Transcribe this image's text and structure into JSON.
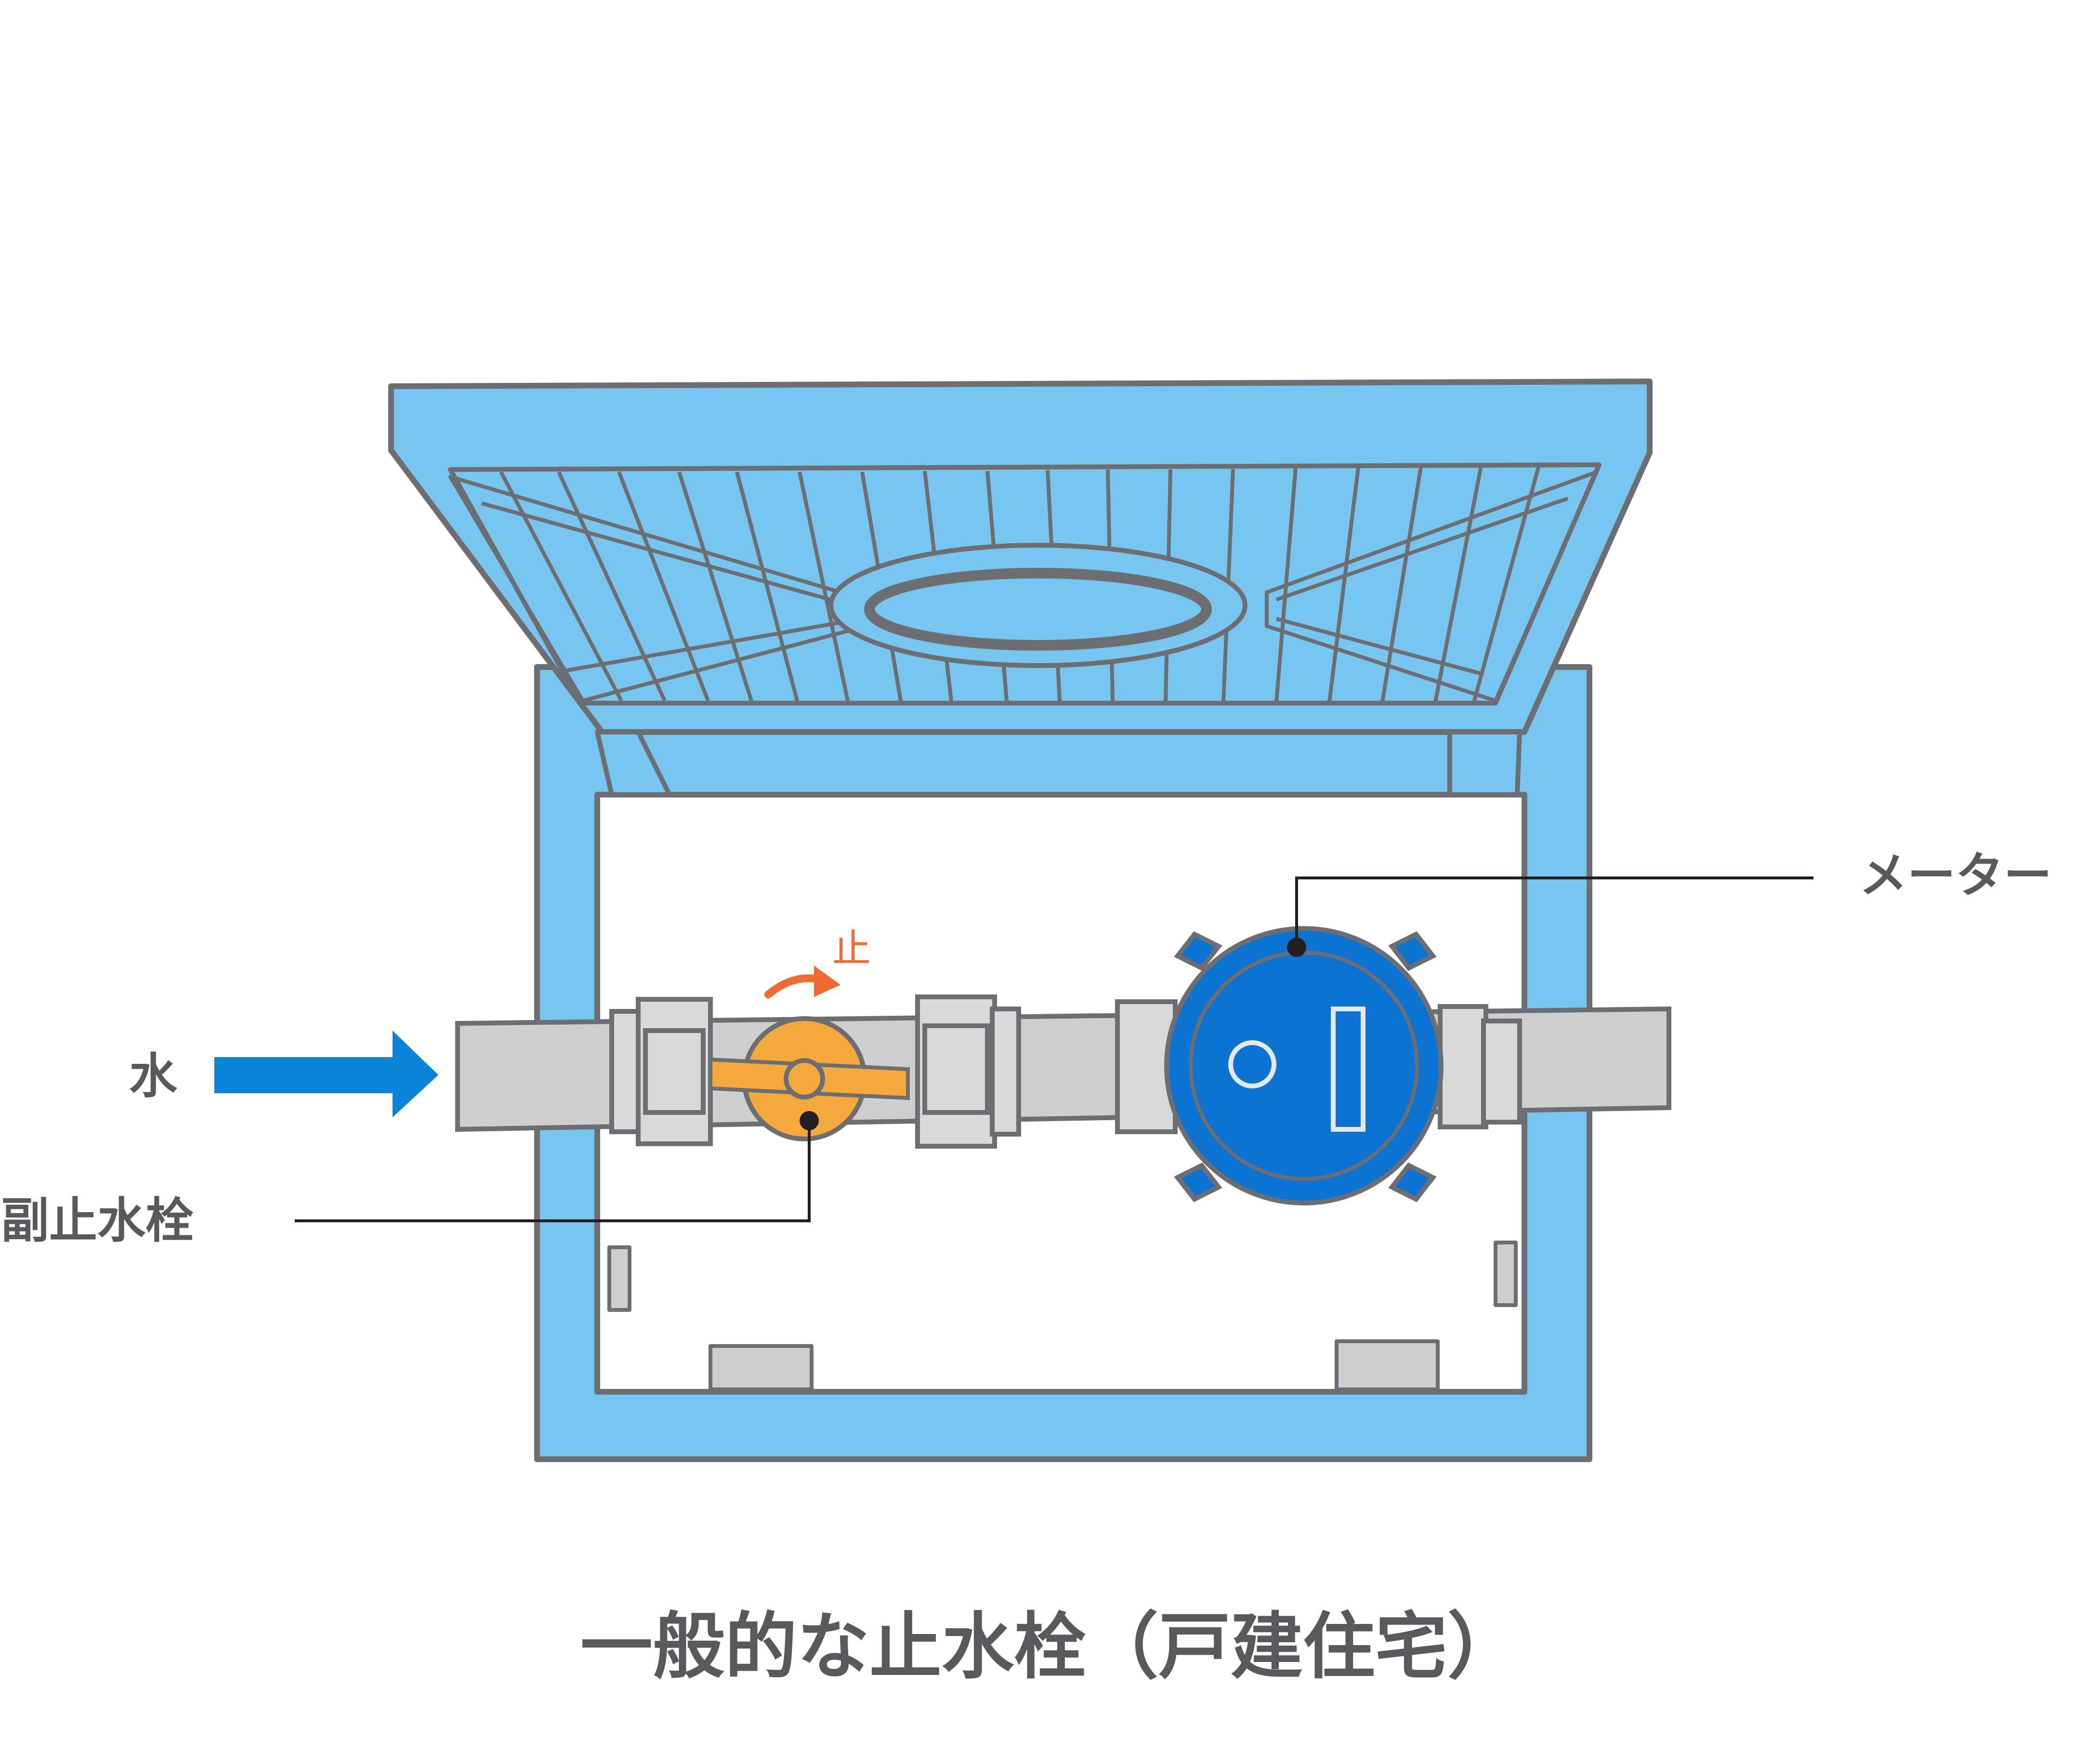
{
  "labels": {
    "water": "水",
    "sub_stop_valve": "副止水栓",
    "meter": "メーター",
    "stop": "止"
  },
  "caption": "一般的な止水栓（戸建住宅）",
  "colors": {
    "box_blue": "#77c6f0",
    "outline_gray": "#6d6e71",
    "pipe_gray": "#cfcfcf",
    "fitting_gray": "#d9d9d9",
    "valve_orange": "#f5a93a",
    "arrow_orange": "#ef6b2f",
    "meter_blue": "#0b73d1",
    "water_arrow_blue": "#0a84d8",
    "text_gray": "#58595b"
  },
  "icons": {
    "flow_arrow": "right-arrow-icon",
    "turn_arrow": "curved-arrow-icon"
  }
}
